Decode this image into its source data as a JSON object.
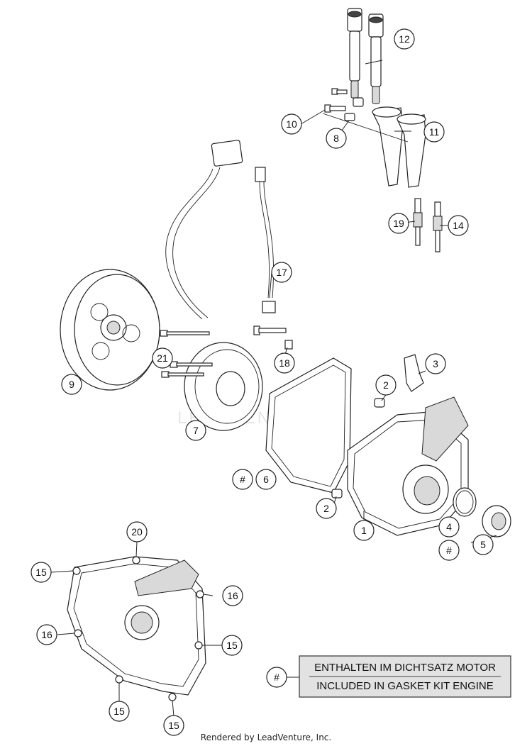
{
  "watermark": "LEADVENTURE",
  "footer": "Rendered by LeadVenture, Inc.",
  "note": {
    "symbol": "#",
    "line1": "ENTHALTEN IM DICHTSATZ MOTOR",
    "line2": "INCLUDED IN GASKET KIT ENGINE"
  },
  "callouts": {
    "c1": "1",
    "c2a": "2",
    "c2b": "2",
    "c3": "3",
    "c4": "4",
    "c4hash": "#",
    "c5": "5",
    "c6": "6",
    "c6hash": "#",
    "c7": "7",
    "c8": "8",
    "c9": "9",
    "c10": "10",
    "c11": "11",
    "c12": "12",
    "c14": "14",
    "c15a": "15",
    "c15b": "15",
    "c15c": "15",
    "c15d": "15",
    "c16a": "16",
    "c16b": "16",
    "c17": "17",
    "c18": "18",
    "c19": "19",
    "c20": "20",
    "c21": "21"
  }
}
